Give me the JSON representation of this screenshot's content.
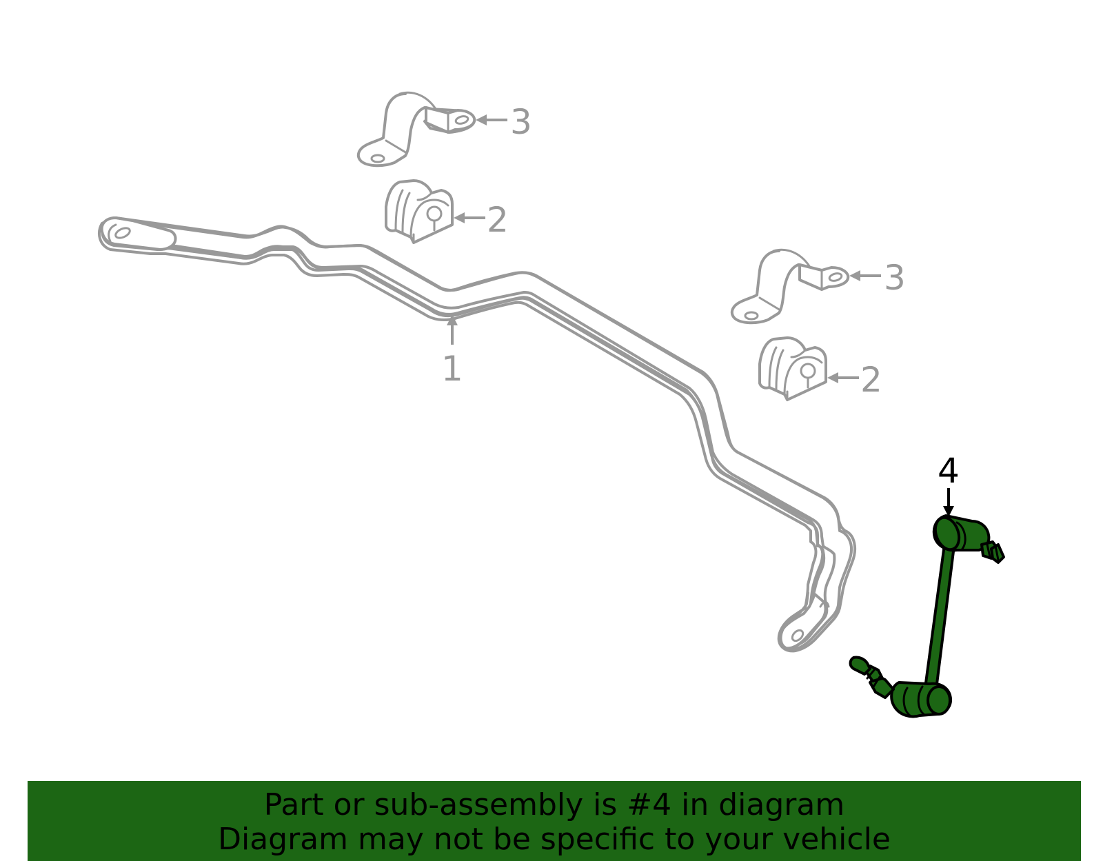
{
  "diagram": {
    "callouts": [
      {
        "id": "1",
        "label": "1",
        "part": "stabilizer-bar"
      },
      {
        "id": "2a",
        "label": "2",
        "part": "bushing"
      },
      {
        "id": "2b",
        "label": "2",
        "part": "bushing"
      },
      {
        "id": "3a",
        "label": "3",
        "part": "bracket"
      },
      {
        "id": "3b",
        "label": "3",
        "part": "bracket"
      },
      {
        "id": "4",
        "label": "4",
        "part": "stabilizer-link",
        "highlighted": true
      }
    ],
    "colors": {
      "highlight": "#1c6614",
      "outline": "#999999",
      "highlight_outline": "#000000"
    }
  },
  "banner": {
    "line1": "Part or sub-assembly is #4 in diagram",
    "line2": "Diagram may not be specific to your vehicle"
  }
}
